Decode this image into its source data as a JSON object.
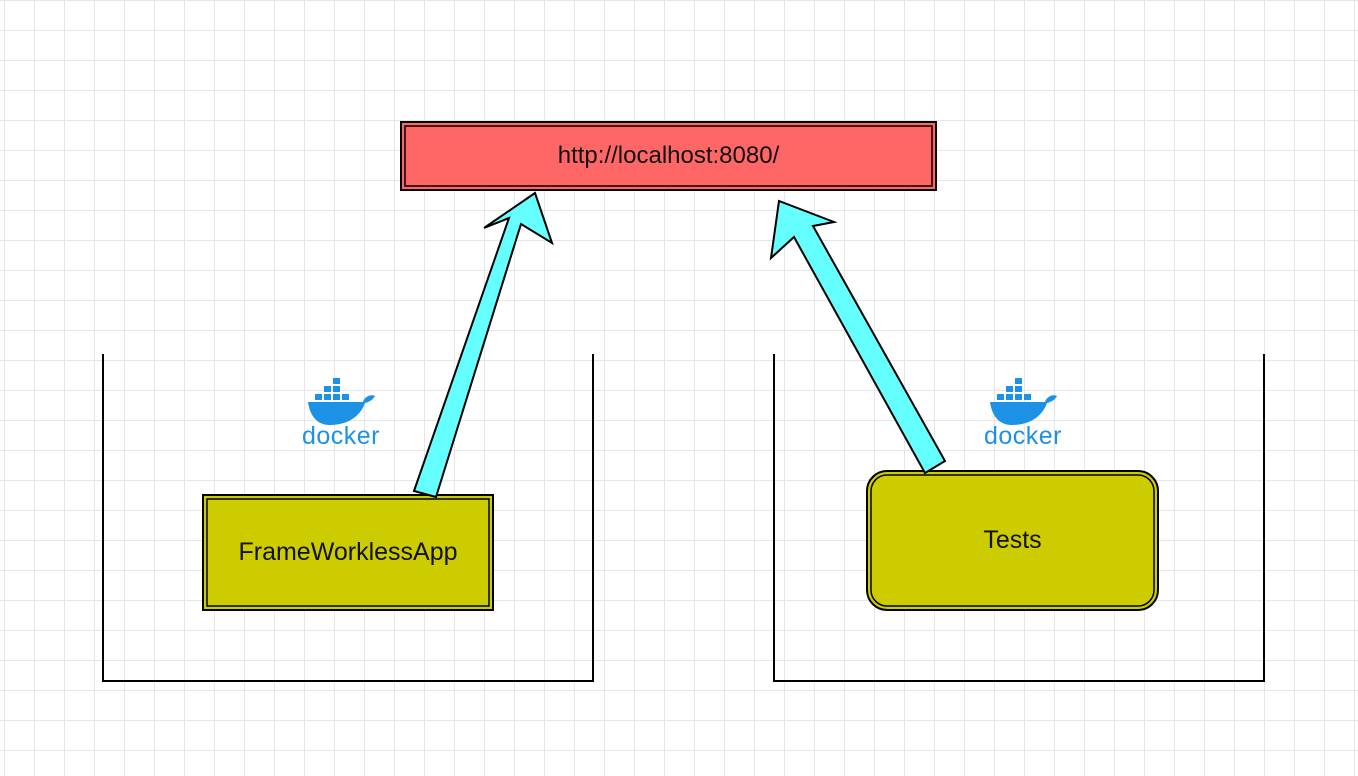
{
  "diagram": {
    "endpoint": {
      "label": "http://localhost:8080/",
      "fill": "#ff6666"
    },
    "app_container": {
      "logo": "docker",
      "app_box": {
        "label": "FrameWorklessApp",
        "fill": "#cccc00"
      }
    },
    "test_container": {
      "logo": "docker",
      "test_box": {
        "label": "Tests",
        "fill": "#cccc00"
      }
    },
    "arrows": [
      {
        "from": "FrameWorklessApp",
        "to": "http://localhost:8080/",
        "color": "#66ffff"
      },
      {
        "from": "Tests",
        "to": "http://localhost:8080/",
        "color": "#66ffff"
      }
    ],
    "colors": {
      "docker_blue": "#1d91e6",
      "grid": "#e6e6e6"
    }
  }
}
